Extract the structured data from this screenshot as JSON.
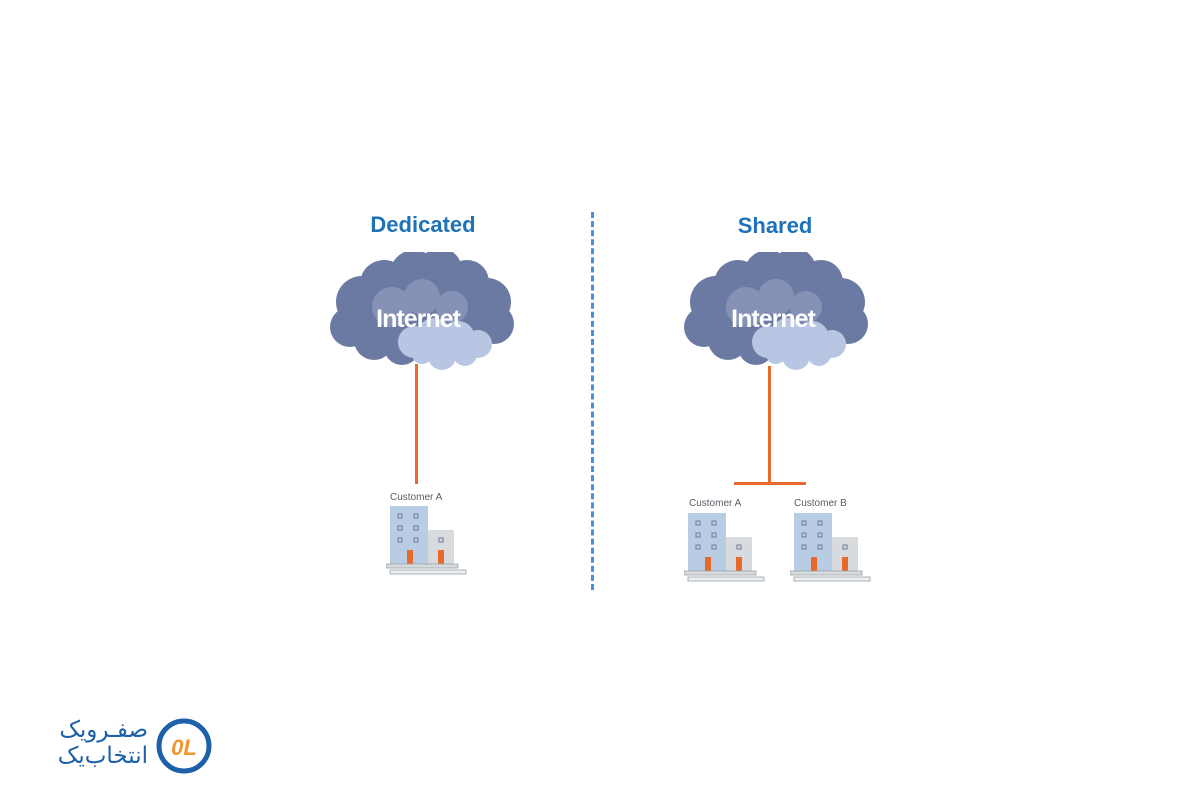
{
  "dedicated": {
    "title": "Dedicated",
    "cloud_label": "Internet",
    "customers": [
      "Customer A"
    ]
  },
  "shared": {
    "title": "Shared",
    "cloud_label": "Internet",
    "customers": [
      "Customer A",
      "Customer B"
    ]
  },
  "colors": {
    "title": "#1d72b8",
    "cloud_dark": "#6b7aa3",
    "cloud_light": "#b9c6e3",
    "link": "#e8692c",
    "divider": "#4a90d9",
    "building_blue": "#b8cde3",
    "building_gray": "#d8dbde",
    "door": "#e8692c"
  },
  "logo": {
    "line1": "صفـرویک",
    "line2": "انتخاب‌یک",
    "mark": "0L"
  }
}
